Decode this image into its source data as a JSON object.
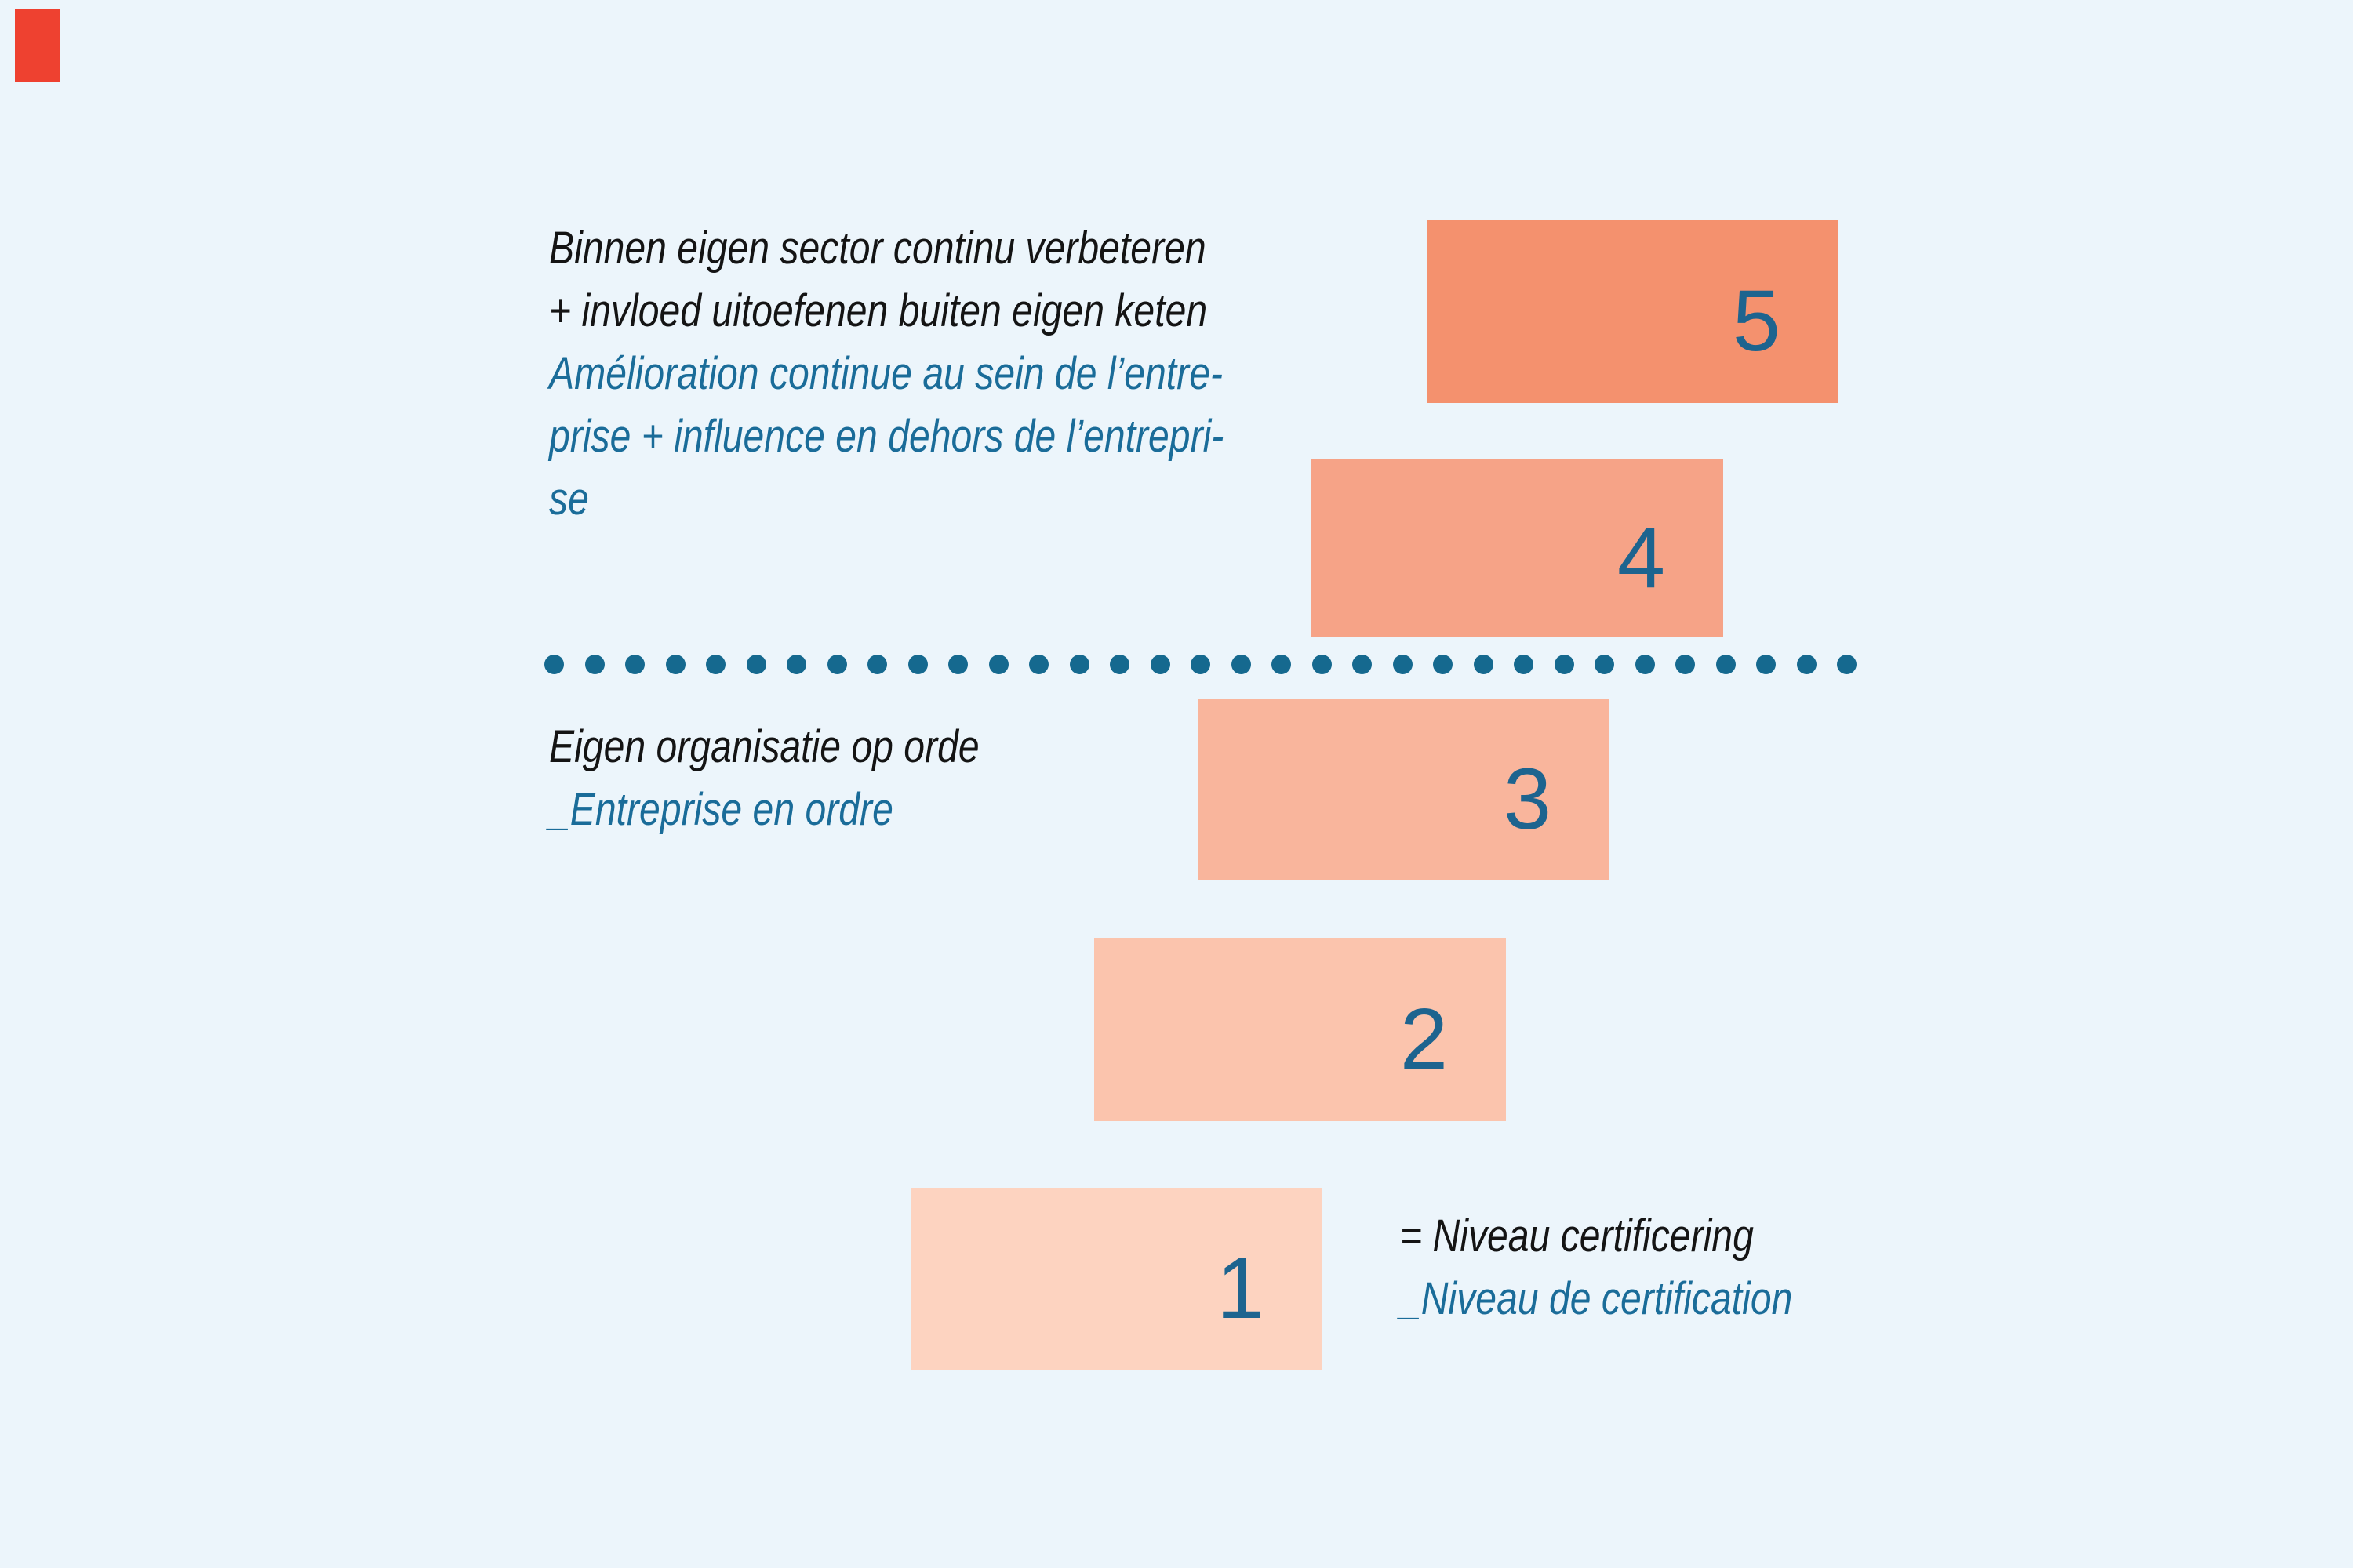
{
  "background_color": "#ecf5fb",
  "corner_marker_color": "#ee4130",
  "colors": {
    "number_teal": "#1d648f",
    "dot_teal": "#15698f",
    "text_black": "#141414",
    "text_blue": "#1a6c99"
  },
  "top_label": {
    "nl_lines": [
      "Binnen eigen sector continu verbeteren",
      "+ invloed uitoefenen buiten eigen keten"
    ],
    "fr_lines": [
      "Amélioration continue au sein de l’entre-",
      "prise + influence en dehors de l’entrepri-",
      "se"
    ]
  },
  "mid_label": {
    "nl": "Eigen organisatie op orde",
    "fr": "_Entreprise en ordre"
  },
  "legend": {
    "nl": "= Niveau certificering",
    "fr": "_Niveau de certification"
  },
  "levels": [
    {
      "number": "5",
      "color": "#f4916e"
    },
    {
      "number": "4",
      "color": "#f6a387"
    },
    {
      "number": "3",
      "color": "#f9b59c"
    },
    {
      "number": "2",
      "color": "#fbc4ad"
    },
    {
      "number": "1",
      "color": "#fdd3c0"
    }
  ],
  "separator": {
    "dot_count": 33,
    "dot_color": "#15698f"
  }
}
